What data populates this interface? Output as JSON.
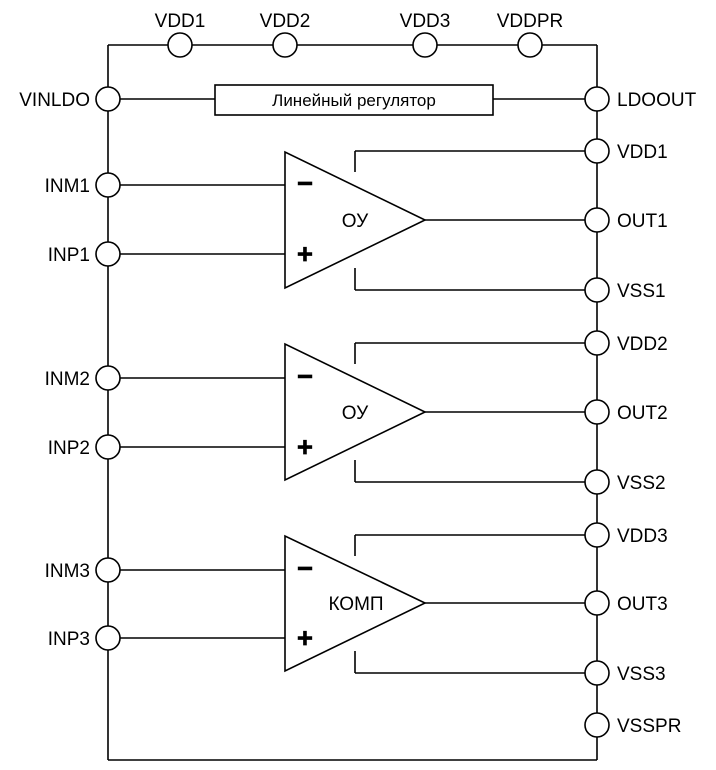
{
  "top_pins": [
    "VDD1",
    "VDD2",
    "VDD3",
    "VDDPR"
  ],
  "left_pins": [
    "VINLDO",
    "INM1",
    "INP1",
    "INM2",
    "INP2",
    "INM3",
    "INP3"
  ],
  "right_pins": [
    "LDOOUT",
    "VDD1",
    "OUT1",
    "VSS1",
    "VDD2",
    "OUT2",
    "VSS2",
    "VDD3",
    "OUT3",
    "VSS3",
    "VSSPR"
  ],
  "regulator": {
    "label": "Линейный регулятор"
  },
  "blocks": [
    {
      "label": "ОУ",
      "minus": "−",
      "plus": "+"
    },
    {
      "label": "ОУ",
      "minus": "−",
      "plus": "+"
    },
    {
      "label": "КОМП",
      "minus": "−",
      "plus": "+"
    }
  ]
}
